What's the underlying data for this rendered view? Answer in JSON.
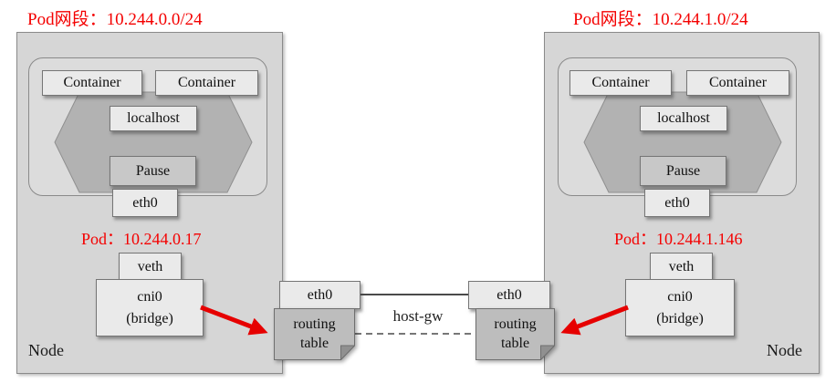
{
  "nodes": {
    "left": {
      "subnet": "Pod网段：10.244.0.0/24",
      "node_label": "Node",
      "pod_ip": "Pod：10.244.0.17",
      "containers": [
        "Container",
        "Container"
      ],
      "localhost_label": "localhost",
      "pause_label": "Pause",
      "eth0_label": "eth0",
      "veth_label": "veth",
      "bridge_name": "cni0",
      "bridge_type": "(bridge)"
    },
    "right": {
      "subnet": "Pod网段：10.244.1.0/24",
      "node_label": "Node",
      "pod_ip": "Pod：10.244.1.146",
      "containers": [
        "Container",
        "Container"
      ],
      "localhost_label": "localhost",
      "pause_label": "Pause",
      "eth0_label": "eth0",
      "veth_label": "veth",
      "bridge_name": "cni0",
      "bridge_type": "(bridge)"
    }
  },
  "link": {
    "left_eth0": "eth0",
    "right_eth0": "eth0",
    "left_routing_line1": "routing",
    "left_routing_line2": "table",
    "right_routing_line1": "routing",
    "right_routing_line2": "table",
    "label": "host-gw"
  },
  "colors": {
    "red_text": "#f40000",
    "arrow_red": "#e60000",
    "node_fill": "#d6d6d6",
    "pod_fill": "#dcdcdc",
    "box_fill": "#eaeaea",
    "pause_fill": "#c8c8c8",
    "hexagon_fill": "#b2b2b2",
    "routing_fill": "#bdbdbd",
    "line_color": "#4a4a4a"
  }
}
